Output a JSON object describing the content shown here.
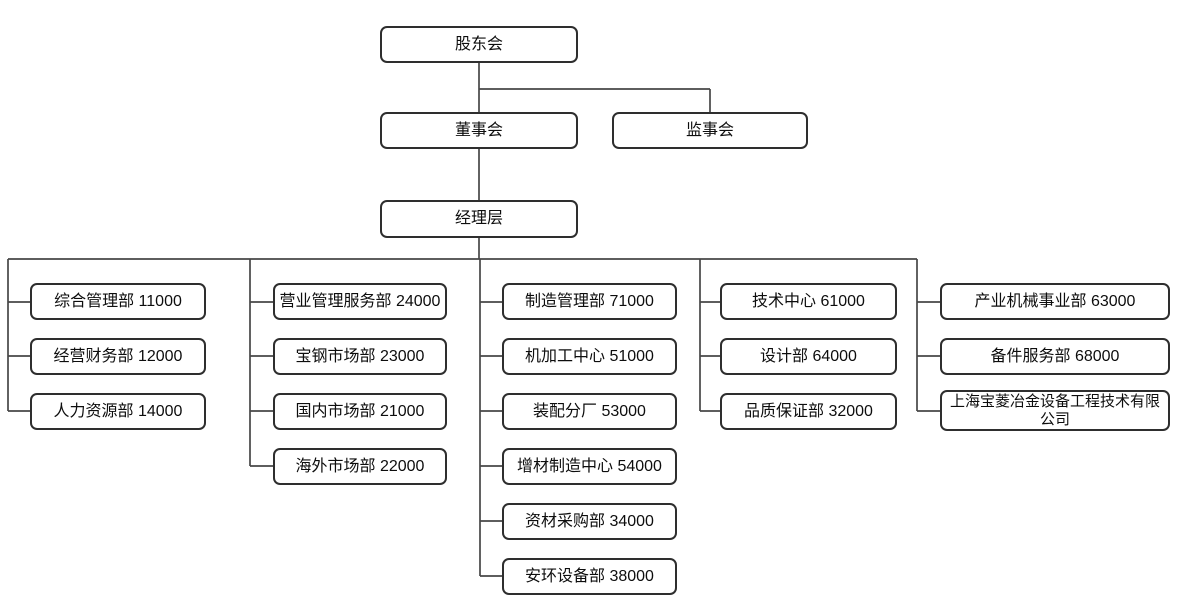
{
  "org_chart": {
    "top_nodes": {
      "shareholders": {
        "label": "股东会"
      },
      "board": {
        "label": "董事会"
      },
      "supervisory": {
        "label": "监事会"
      },
      "management": {
        "label": "经理层"
      }
    },
    "columns": [
      {
        "items": [
          {
            "label": "综合管理部 11000"
          },
          {
            "label": "经营财务部 12000"
          },
          {
            "label": "人力资源部 14000"
          }
        ]
      },
      {
        "items": [
          {
            "label": "营业管理服务部 24000"
          },
          {
            "label": "宝钢市场部 23000"
          },
          {
            "label": "国内市场部 21000"
          },
          {
            "label": "海外市场部 22000"
          }
        ]
      },
      {
        "items": [
          {
            "label": "制造管理部 71000"
          },
          {
            "label": "机加工中心 51000"
          },
          {
            "label": "装配分厂 53000"
          },
          {
            "label": "增材制造中心 54000"
          },
          {
            "label": "资材采购部 34000"
          },
          {
            "label": "安环设备部 38000"
          }
        ]
      },
      {
        "items": [
          {
            "label": "技术中心 61000"
          },
          {
            "label": "设计部 64000"
          },
          {
            "label": "品质保证部 32000"
          }
        ]
      },
      {
        "items": [
          {
            "label": "产业机械事业部 63000"
          },
          {
            "label": "备件服务部 68000"
          },
          {
            "label": "上海宝菱冶金设备工程技术有限公司"
          }
        ]
      }
    ],
    "colors": {
      "line": "#474747",
      "border": "#2e2e2e",
      "text": "#0d0d0d",
      "background": "#ffffff"
    }
  }
}
